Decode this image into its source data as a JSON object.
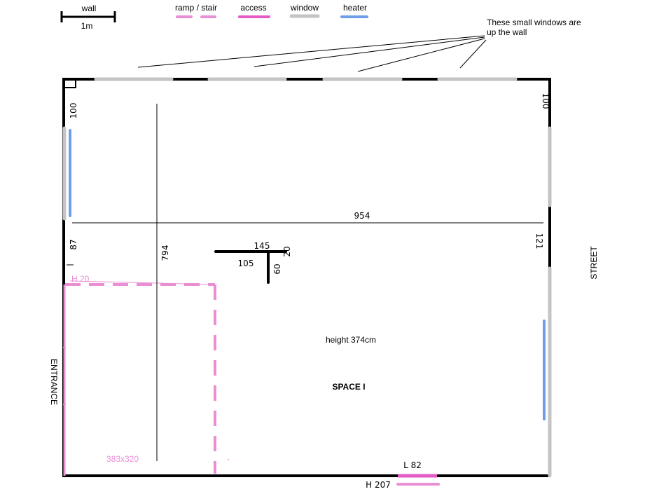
{
  "legend": {
    "wall": "wall",
    "scale": "1m",
    "ramp": "ramp / stair",
    "access": "access",
    "window": "window",
    "heater": "heater"
  },
  "colors": {
    "wall": "#000000",
    "ramp": "#e98fd4",
    "access": "#e35bc6",
    "window": "#c4c4c4",
    "heater": "#6f9ee8"
  },
  "note": {
    "line1": "These small windows are",
    "line2": "up the wall"
  },
  "dimensions": {
    "left_top": "100",
    "right_top": "100",
    "width": "954",
    "left_mid": "87",
    "right_mid": "121",
    "depth": "794",
    "pillar_top": "145",
    "pillar_right": "20",
    "pillar_left": "105",
    "pillar_stem": "60"
  },
  "ramp": {
    "height": "H 20",
    "size": "383x320"
  },
  "access": {
    "length": "L 82",
    "height": "H 207"
  },
  "room": {
    "height": "height 374cm",
    "name": "SPACE I"
  },
  "sides": {
    "street": "STREET",
    "entrance": "ENTRANCE"
  }
}
